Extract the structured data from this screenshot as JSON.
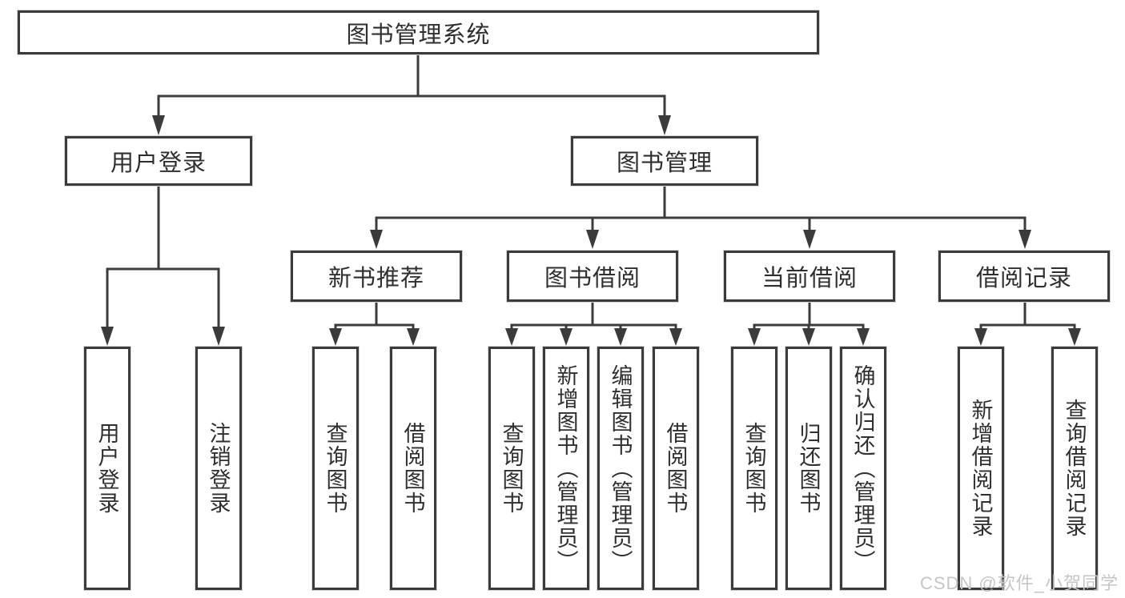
{
  "tree": {
    "root": {
      "label": "图书管理系统"
    },
    "children": [
      {
        "label": "用户登录",
        "children": [
          {
            "label": "用户登录"
          },
          {
            "label": "注销登录"
          }
        ]
      },
      {
        "label": "图书管理",
        "children": [
          {
            "label": "新书推荐",
            "children": [
              {
                "label": "查询图书"
              },
              {
                "label": "借阅图书"
              }
            ]
          },
          {
            "label": "图书借阅",
            "children": [
              {
                "label": "查询图书"
              },
              {
                "label": "新增图书（管理员）"
              },
              {
                "label": "编辑图书（管理员）"
              },
              {
                "label": "借阅图书"
              }
            ]
          },
          {
            "label": "当前借阅",
            "children": [
              {
                "label": "查询图书"
              },
              {
                "label": "归还图书"
              },
              {
                "label": "确认归还（管理员）"
              }
            ]
          },
          {
            "label": "借阅记录",
            "children": [
              {
                "label": "新增借阅记录"
              },
              {
                "label": "查询借阅记录"
              }
            ]
          }
        ]
      }
    ]
  },
  "watermark": "CSDN @软件_小贺同学",
  "colors": {
    "line": "#3b3b3b",
    "box_border": "#3b3b3b",
    "text": "#2f2f2f",
    "watermark": "#c6c6c6",
    "background": "#ffffff"
  }
}
